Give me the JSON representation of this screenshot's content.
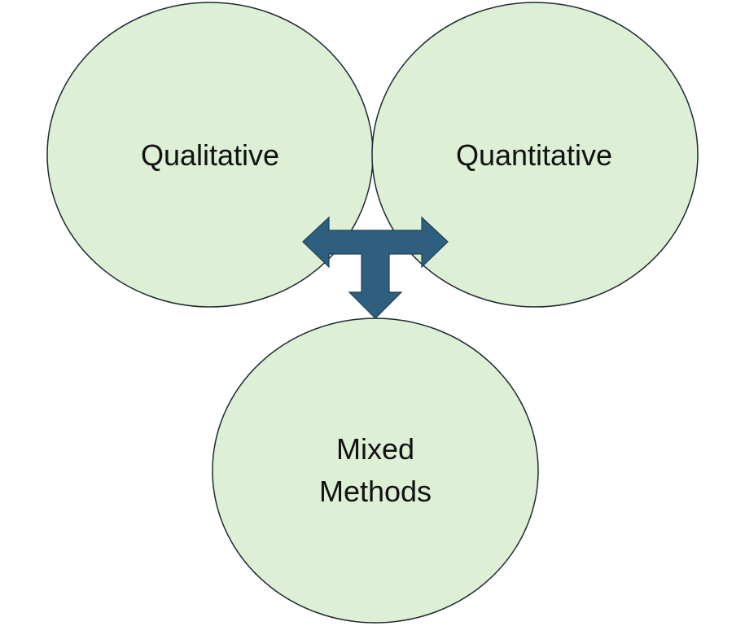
{
  "nodes": {
    "qualitative": {
      "label": "Qualitative"
    },
    "quantitative": {
      "label": "Quantitative"
    },
    "mixed": {
      "line1": "Mixed",
      "line2": "Methods"
    }
  },
  "colors": {
    "circle_fill": "#DDEFD5",
    "circle_stroke": "#1F2A33",
    "arrow_fill": "#2F5F7F",
    "arrow_stroke": "#1E3F56",
    "text": "#111111"
  },
  "icons": {
    "connector": "tee-three-way-arrow-icon"
  }
}
